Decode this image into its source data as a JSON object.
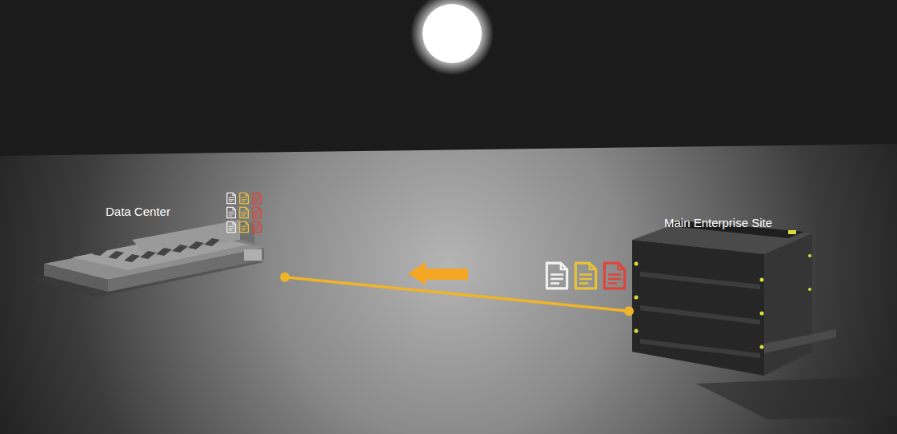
{
  "diagram": {
    "nodes": [
      {
        "text": [
          "Data Center"
        ]
      },
      {
        "text": [
          "Main Enterprise Site"
        ]
      }
    ],
    "edges": [
      {
        "from": 1,
        "to": 0,
        "arrow": "none"
      }
    ]
  }
}
